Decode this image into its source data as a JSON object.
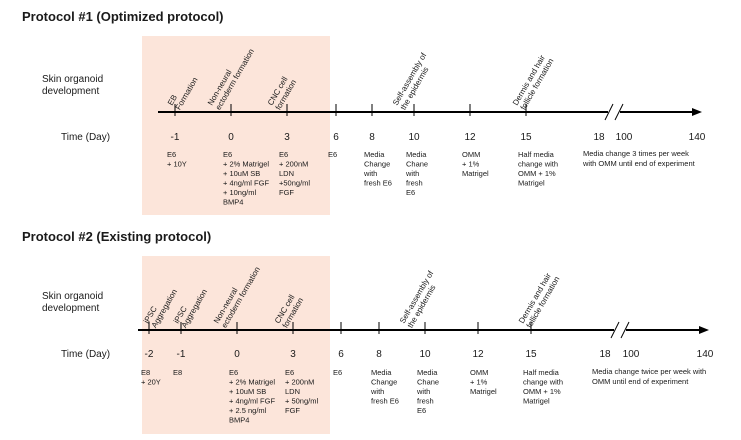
{
  "colors": {
    "highlight": "#fce5da",
    "axis": "#000000",
    "text": "#1a1a1a"
  },
  "protocols": [
    {
      "title": "Protocol #1 (Optimized protocol)",
      "row_label": [
        "Skin organoid",
        "development"
      ],
      "time_label": "Time (Day)",
      "days": [
        {
          "label": "-1",
          "conditions": [
            "E6",
            "+ 10Y"
          ]
        },
        {
          "label": "0",
          "conditions": [
            "E6",
            "+ 2% Matrigel",
            "+  10uM SB",
            "+  4ng/ml FGF",
            "+  10ng/ml",
            "BMP4"
          ]
        },
        {
          "label": "3",
          "conditions": [
            "E6",
            "+ 200nM",
            "LDN",
            "+50ng/ml",
            "FGF"
          ]
        },
        {
          "label": "6",
          "conditions": [
            "E6"
          ]
        },
        {
          "label": "8",
          "conditions": [
            "Media",
            "Change",
            "with",
            "fresh E6"
          ]
        },
        {
          "label": "10",
          "conditions": [
            "Media",
            "Chane",
            "with",
            "fresh",
            "E6"
          ]
        },
        {
          "label": "12",
          "conditions": [
            "OMM",
            "+ 1%",
            "Matrigel"
          ]
        },
        {
          "label": "15",
          "conditions": [
            "Half media",
            "change with",
            "OMM + 1%",
            "Matrigel"
          ]
        },
        {
          "label": "18",
          "conditions": []
        },
        {
          "label": "100",
          "conditions": []
        },
        {
          "label": "140",
          "conditions": []
        }
      ],
      "phases": [
        {
          "lines": [
            "EB",
            "Formation"
          ]
        },
        {
          "lines": [
            "Non-neural",
            "ectoderm formation"
          ]
        },
        {
          "lines": [
            "CNC cell",
            "formation"
          ]
        },
        {
          "lines": [
            "Self-assembly of",
            "the epidermis"
          ]
        },
        {
          "lines": [
            "Dermis and hair",
            "follicle formation"
          ]
        }
      ],
      "note": [
        "Media change 3 times per week",
        "with OMM until end of experiment"
      ]
    },
    {
      "title": "Protocol #2 (Existing protocol)",
      "row_label": [
        "Skin organoid",
        "development"
      ],
      "time_label": "Time (Day)",
      "days": [
        {
          "label": "-2",
          "conditions": [
            "E8",
            "+ 20Y"
          ]
        },
        {
          "label": "-1",
          "conditions": [
            "E8"
          ]
        },
        {
          "label": "0",
          "conditions": [
            "E6",
            "+ 2% Matrigel",
            "+  10uM SB",
            "+  4ng/ml FGF",
            "+  2.5 ng/ml",
            "BMP4"
          ]
        },
        {
          "label": "3",
          "conditions": [
            "E6",
            "+ 200nM",
            "LDN",
            "+ 50ng/ml",
            "FGF"
          ]
        },
        {
          "label": "6",
          "conditions": [
            "E6"
          ]
        },
        {
          "label": "8",
          "conditions": [
            "Media",
            "Change",
            "with",
            "fresh E6"
          ]
        },
        {
          "label": "10",
          "conditions": [
            "Media",
            "Chane",
            "with",
            "fresh",
            "E6"
          ]
        },
        {
          "label": "12",
          "conditions": [
            "OMM",
            "+ 1%",
            "Matrigel"
          ]
        },
        {
          "label": "15",
          "conditions": [
            "Half media",
            "change with",
            "OMM + 1%",
            "Matrigel"
          ]
        },
        {
          "label": "18",
          "conditions": []
        },
        {
          "label": "100",
          "conditions": []
        },
        {
          "label": "140",
          "conditions": []
        }
      ],
      "phases": [
        {
          "lines": [
            "iPSC",
            "Aggregation"
          ]
        },
        {
          "lines": [
            "iPSC",
            "Aggregation"
          ]
        },
        {
          "lines": [
            "Non-neural",
            "ectoderm formation"
          ]
        },
        {
          "lines": [
            "CNC cell",
            "formation"
          ]
        },
        {
          "lines": [
            "Self-assembly of",
            "the epidermis"
          ]
        },
        {
          "lines": [
            "Dermis and hair",
            "follicle formation"
          ]
        }
      ],
      "note": [
        "Media change twice per week with",
        "OMM until end of experiment"
      ]
    }
  ]
}
